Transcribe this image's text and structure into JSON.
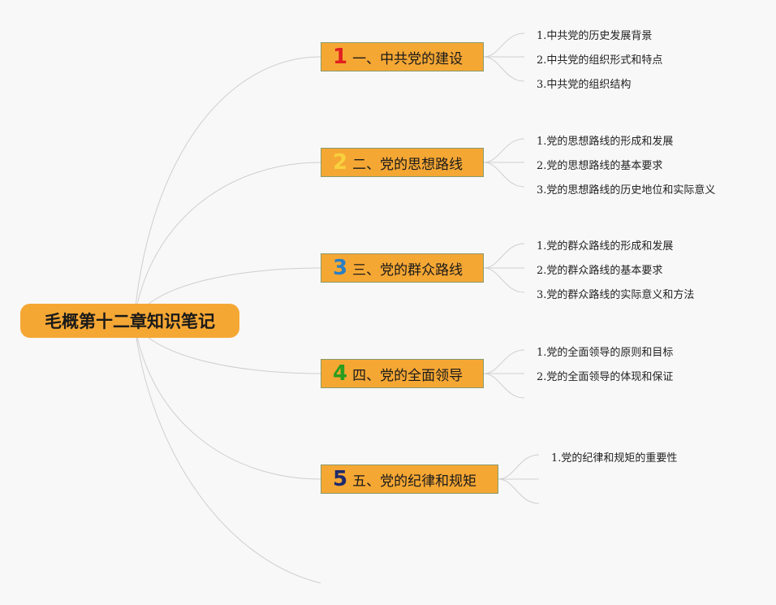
{
  "root": {
    "label": "毛概第十二章知识笔记"
  },
  "branches": [
    {
      "number": "1",
      "number_color": "#e02020",
      "label": "一、中共党的建设",
      "leaves": [
        "1.中共党的历史发展背景",
        "2.中共党的组织形式和特点",
        "3.中共党的组织结构"
      ]
    },
    {
      "number": "2",
      "number_color": "#f7d23e",
      "label": "二、党的思想路线",
      "leaves": [
        "1.党的思想路线的形成和发展",
        "2.党的思想路线的基本要求",
        "3.党的思想路线的历史地位和实际意义"
      ]
    },
    {
      "number": "3",
      "number_color": "#2a7fc4",
      "label": "三、党的群众路线",
      "leaves": [
        "1.党的群众路线的形成和发展",
        "2.党的群众路线的基本要求",
        "3.党的群众路线的实际意义和方法"
      ]
    },
    {
      "number": "4",
      "number_color": "#2a9d1f",
      "label": "四、党的全面领导",
      "leaves": [
        "1.党的全面领导的原则和目标",
        "2.党的全面领导的体现和保证"
      ]
    },
    {
      "number": "5",
      "number_color": "#1d2a6e",
      "label": "五、党的纪律和规矩",
      "leaves": [
        "1.党的纪律和规矩的重要性"
      ]
    }
  ],
  "colors": {
    "node_fill": "#f5a734",
    "link_stroke": "#cfcfcf",
    "background": "#f8f8f8"
  }
}
